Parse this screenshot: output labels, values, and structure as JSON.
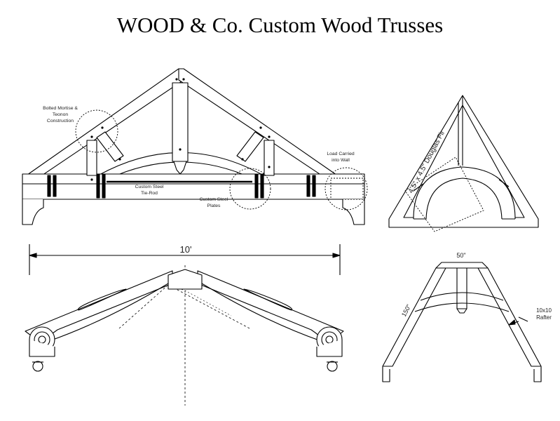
{
  "title": "WOOD & Co. Custom Wood Trusses",
  "labels": {
    "bolted_line1": "Bolted Mortise &",
    "bolted_line2": "Teonon",
    "bolted_line3": "Construction",
    "tierod_line1": "Custom Steel",
    "tierod_line2": "Tie-Rod",
    "plates_line1": "Custom Steel",
    "plates_line2": "Plates",
    "load_line1": "Load Carried",
    "load_line2": "into Wall",
    "douglas_fir": "4.5\" x 4.5\" Douglas Fir",
    "span": "10'",
    "top_width": "50\"",
    "height": "150\"",
    "rafter_line1": "10x10",
    "rafter_line2": "Rafter"
  }
}
